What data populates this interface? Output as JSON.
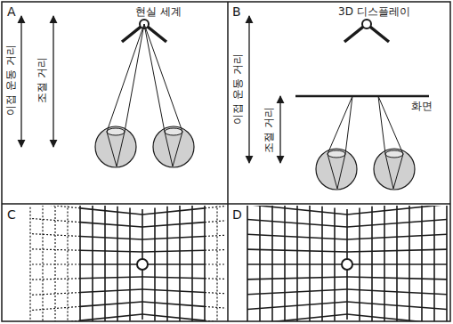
{
  "diagram": {
    "labels": [
      "A",
      "현실 세계",
      "이접 운동 거리",
      "조절 거리",
      "B",
      "3D 디스플레이",
      "화면",
      "이접 운동 거리",
      "조절 거리",
      "C",
      "D"
    ]
  }
}
